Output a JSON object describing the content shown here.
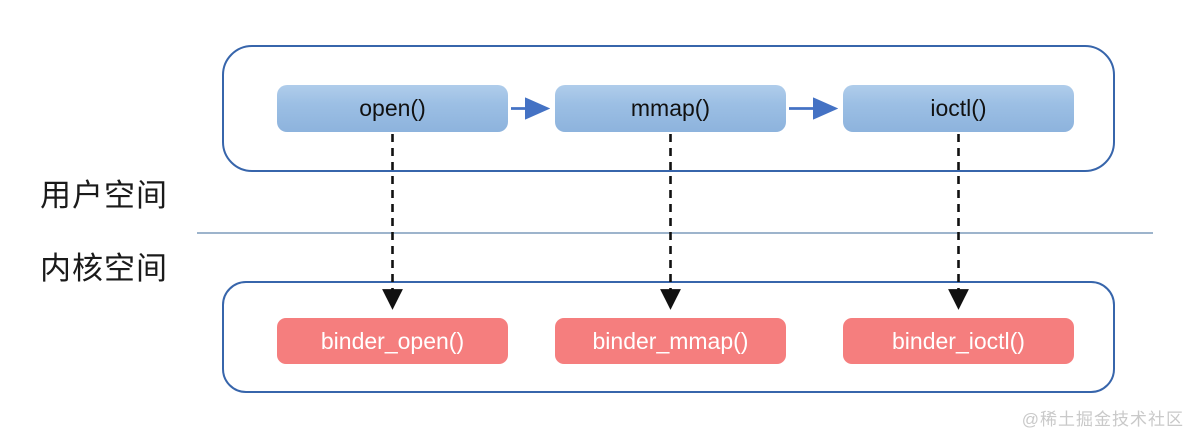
{
  "diagram": {
    "labels": {
      "user_space": "用户空间",
      "kernel_space": "内核空间"
    },
    "user_space_functions": [
      {
        "label": "open()"
      },
      {
        "label": "mmap()"
      },
      {
        "label": "ioctl()"
      }
    ],
    "kernel_space_functions": [
      {
        "label": "binder_open()"
      },
      {
        "label": "binder_mmap()"
      },
      {
        "label": "binder_ioctl()"
      }
    ],
    "connections": {
      "horizontal": [
        "open() -> mmap()",
        "mmap() -> ioctl()"
      ],
      "vertical": [
        "open() -> binder_open()",
        "mmap() -> binder_mmap()",
        "ioctl() -> binder_ioctl()"
      ]
    },
    "colors": {
      "user_box_fill_top": "#b0cdeb",
      "user_box_fill_bottom": "#8db3dd",
      "kernel_box_fill": "#f57e7e",
      "container_border": "#3765ab",
      "solid_arrow": "#4472c4",
      "dashed_arrow": "#111111",
      "separator": "#9db4cc",
      "label_text": "#1a1a1a"
    }
  },
  "watermark": "@稀土掘金技术社区"
}
